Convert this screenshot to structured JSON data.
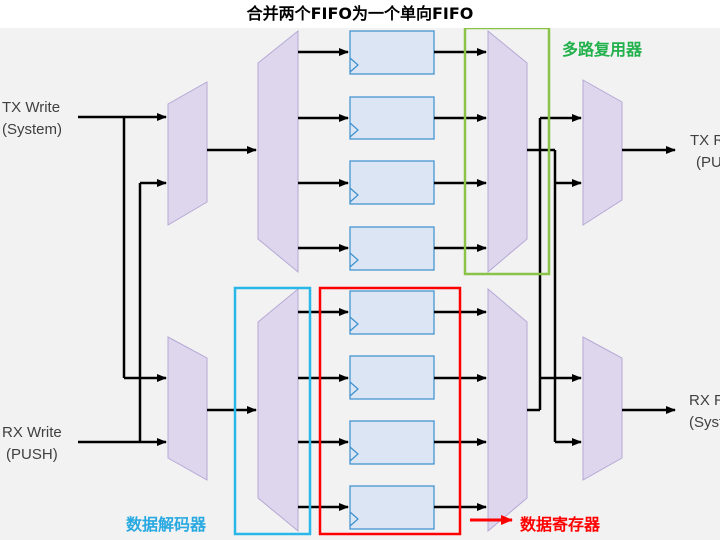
{
  "title": "合并两个FIFO为一个单向FIFO",
  "inputs": {
    "tx_write": {
      "line1": "TX Write",
      "line2": "(System)"
    },
    "rx_write": {
      "line1": "RX Write",
      "line2": "(PUSH)"
    }
  },
  "outputs": {
    "tx_read": {
      "line1": "TX R",
      "line2": "(PU"
    },
    "rx_read": {
      "line1": "RX R",
      "line2": "(Syst"
    }
  },
  "annotations": {
    "mux": {
      "text": "多路复用器",
      "color": "#22b14c"
    },
    "decoder": {
      "text": "数据解码器",
      "color": "#29a9e1"
    },
    "registers": {
      "text": "数据寄存器",
      "color": "#ff0000"
    }
  },
  "colors": {
    "mux_fill": "#ddd6ec",
    "mux_stroke": "#b6a8d6",
    "reg_fill": "#dbe5f3",
    "reg_stroke": "#3a8fce",
    "wire": "#000000",
    "background": "#f2f2f2"
  }
}
